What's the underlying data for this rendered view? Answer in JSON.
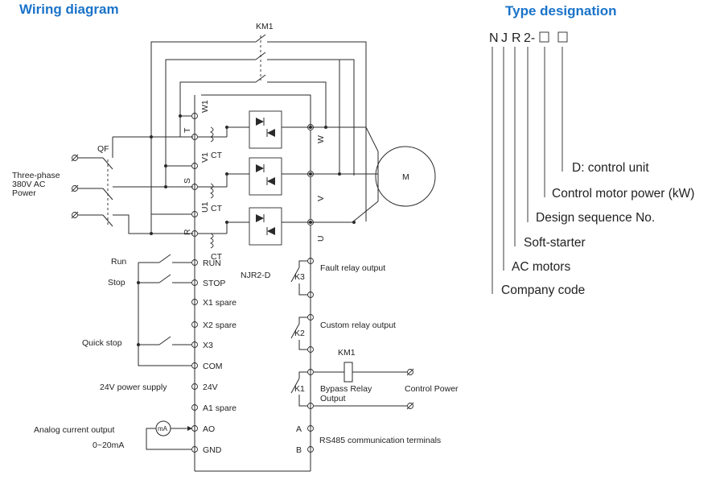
{
  "headings": {
    "wiring": "Wiring diagram",
    "type": "Type designation"
  },
  "colors": {
    "heading": "#1a73c9",
    "line": "#2a2a2a"
  },
  "contactor_km1_top": "KM1",
  "breaker": "QF",
  "supply": [
    "Three-phase",
    "380V AC",
    "Power"
  ],
  "input_phases": [
    "T",
    "S",
    "R"
  ],
  "output_phases": [
    "W",
    "V",
    "U"
  ],
  "bypass_labels": [
    "W1",
    "V1",
    "U1"
  ],
  "ct_label": "CT",
  "motor": "M",
  "model": "NJR2-D",
  "left_labels": {
    "run": "Run",
    "stop": "Stop",
    "quick_stop": "Quick stop",
    "power_24v": "24V power supply",
    "analog_1": "Analog current output",
    "analog_2": "0~20mA",
    "meter": "mA"
  },
  "terminals": [
    "RUN",
    "STOP",
    "X1 spare",
    "X2 spare",
    "X3",
    "COM",
    "24V",
    "A1 spare",
    "AO",
    "GND"
  ],
  "relays": {
    "k3": "K3",
    "k2": "K2",
    "k1": "K1",
    "fault": "Fault relay output",
    "custom": "Custom relay output",
    "km1": "KM1",
    "bypass_1": "Bypass Relay",
    "bypass_2": "Output",
    "control_power": "Control Power"
  },
  "rs485": {
    "a": "A",
    "b": "B",
    "label": "RS485 communication terminals"
  },
  "type_code": {
    "chars": [
      "N",
      "J",
      "R",
      "2-"
    ],
    "descriptions": [
      "D: control unit",
      "Control motor power (kW)",
      "Design sequence No.",
      "Soft-starter",
      "AC motors",
      "Company code"
    ]
  }
}
